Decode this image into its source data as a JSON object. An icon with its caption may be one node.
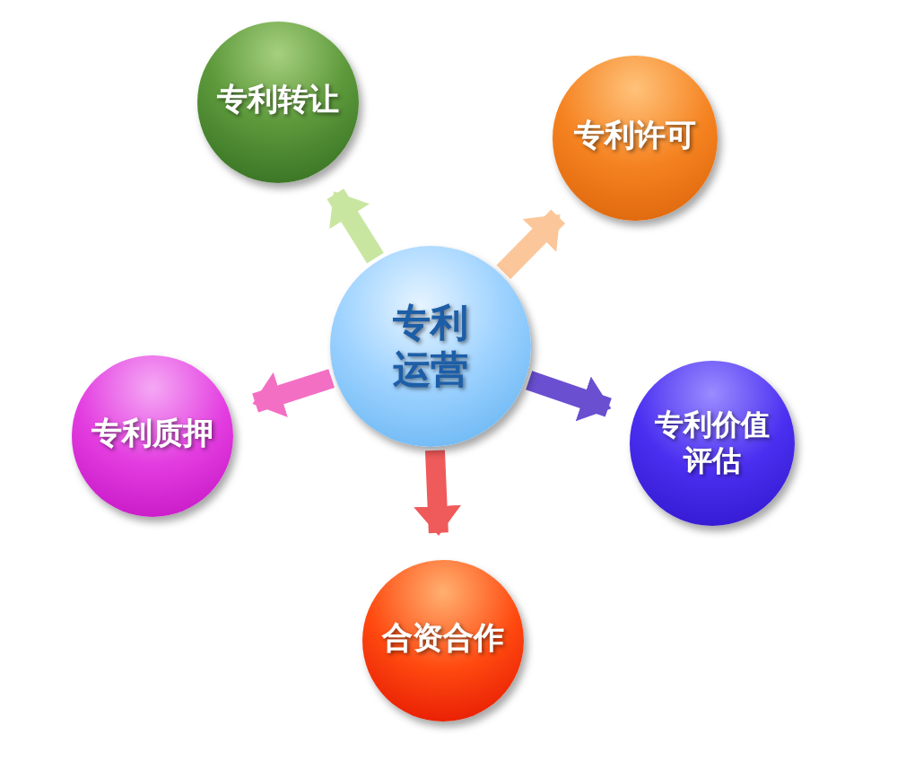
{
  "diagram": {
    "nodes": [
      {
        "text": [
          "专利运营"
        ]
      },
      {
        "text": [
          "专利转让"
        ]
      },
      {
        "text": [
          "专利许可"
        ]
      },
      {
        "text": [
          "专利质押"
        ]
      },
      {
        "text": [
          "专利价值评估"
        ]
      },
      {
        "text": [
          "合资合作"
        ]
      }
    ],
    "edges": [
      {
        "from": 0,
        "to": 1,
        "arrow": "to",
        "color": "#c9e6a0"
      },
      {
        "from": 0,
        "to": 2,
        "arrow": "to",
        "color": "#fbc79a"
      },
      {
        "from": 0,
        "to": 3,
        "arrow": "to",
        "color": "#f36fc4"
      },
      {
        "from": 0,
        "to": 4,
        "arrow": "to",
        "color": "#6a4fd0"
      },
      {
        "from": 0,
        "to": 5,
        "arrow": "to",
        "color": "#ef5a5a"
      }
    ]
  }
}
